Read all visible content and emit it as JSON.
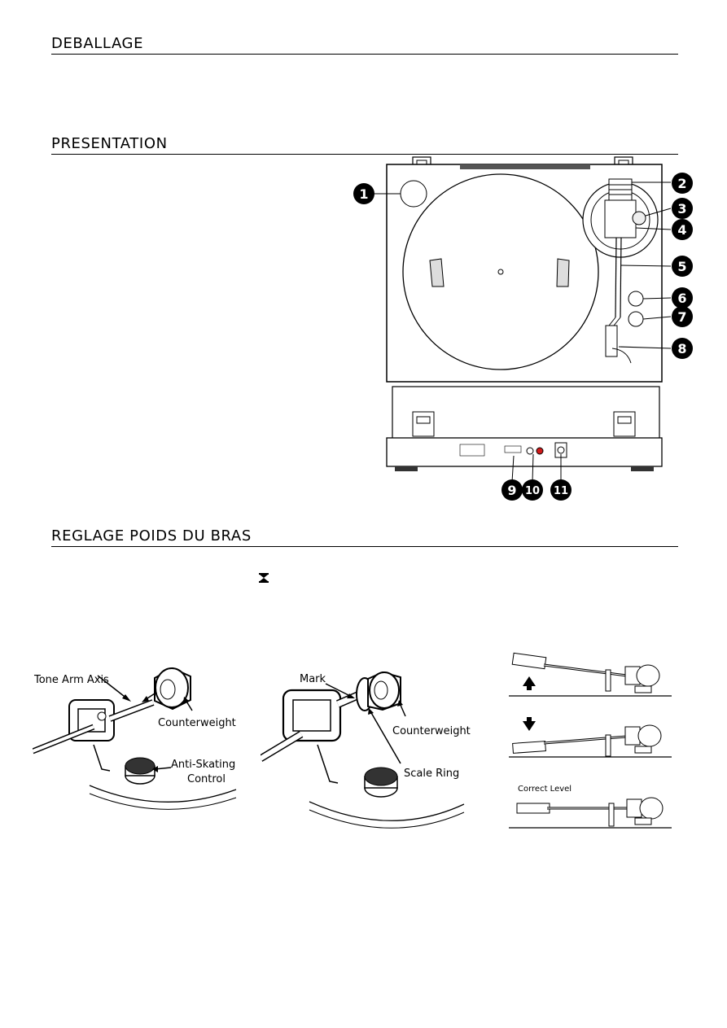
{
  "sections": {
    "deballage": "DEBALLAGE",
    "presentation": "PRESENTATION",
    "reglage": "REGLAGE POIDS DU BRAS"
  },
  "callouts": [
    "1",
    "2",
    "3",
    "4",
    "5",
    "6",
    "7",
    "8",
    "9",
    "10",
    "11"
  ],
  "arm_labels": {
    "tone_arm_axis": "Tone Arm Axis",
    "counterweight": "Counterweight",
    "anti_skating_1": "Anti-Skating",
    "anti_skating_2": "Control",
    "mark": "Mark",
    "counterweight_2": "Counterweight",
    "scale_ring": "Scale Ring",
    "correct_level": "Correct Level"
  },
  "colors": {
    "ink": "#000000",
    "paper": "#ffffff",
    "jack_red": "#d11a1a"
  },
  "icons": {
    "weight_symbol": "hourglass-icon"
  }
}
